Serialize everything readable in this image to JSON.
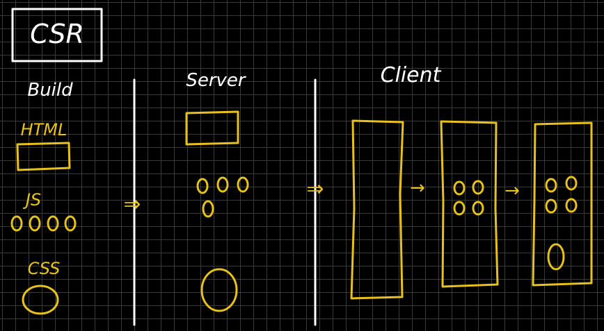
{
  "title": "CSR",
  "columns": {
    "build": {
      "heading": "Build",
      "html_label": "HTML",
      "js_label": "JS",
      "css_label": "CSS"
    },
    "server": {
      "heading": "Server"
    },
    "client": {
      "heading": "Client"
    }
  },
  "arrow_glyph": "⇒",
  "step_arrow_glyph": "→",
  "ink_colors": {
    "white": "#ffffff",
    "yellow": "#e8c21a",
    "grid": "#3a3a3a",
    "background": "#000000"
  }
}
